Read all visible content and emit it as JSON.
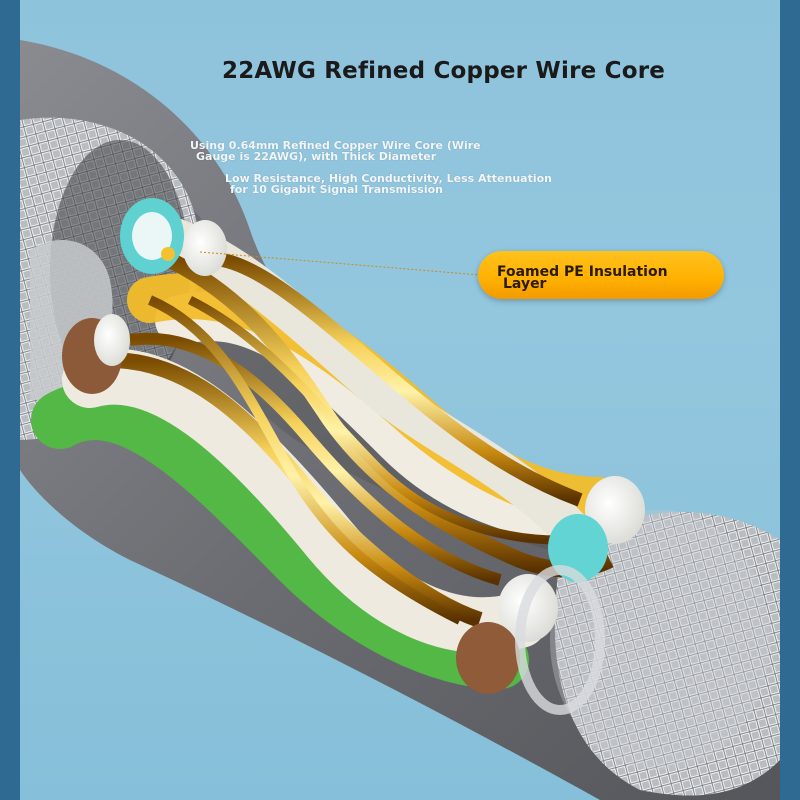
{
  "heading": "22AWG Refined Copper Wire Core",
  "description": {
    "line1": "Using 0.64mm Refined Copper Wire Core (Wire",
    "line2": "Gauge is 22AWG), with Thick Diameter",
    "line3": "Low Resistance, High Conductivity, Less Attenuation",
    "line4": "for 10 Gigabit Signal Transmission"
  },
  "callout": {
    "line1": "Foamed PE Insulation",
    "line2": "Layer"
  },
  "colors": {
    "background": "#8ec3dc",
    "frame": "#2f6a93",
    "callout": "#ffb000",
    "copper": "#d9a521",
    "jacket": "#6f6f73"
  }
}
